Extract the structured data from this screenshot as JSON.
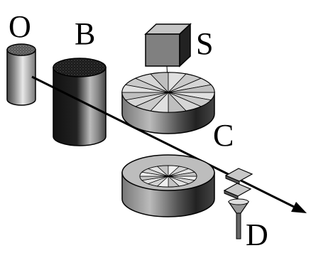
{
  "labels": {
    "oven": "O",
    "buncher": "B",
    "source": "S",
    "chopper": "C",
    "detector": "D"
  }
}
